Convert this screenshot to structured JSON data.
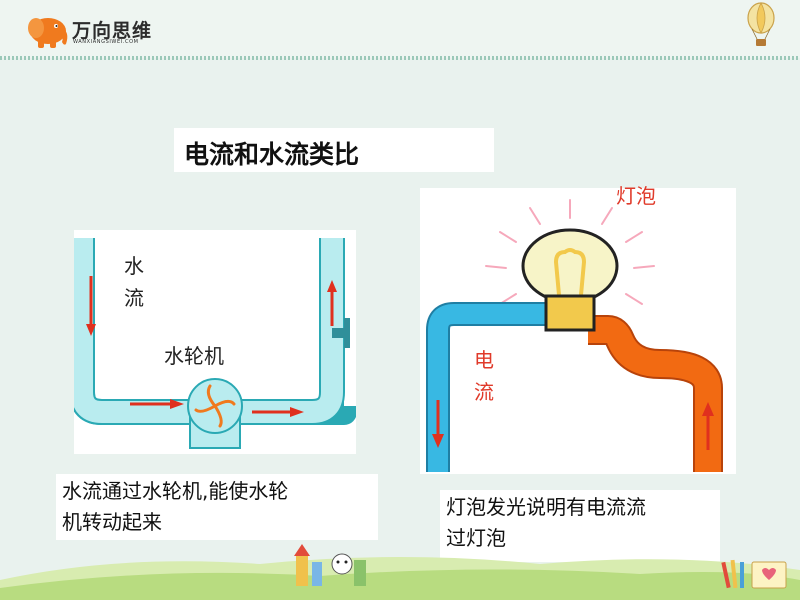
{
  "brand": {
    "name": "万向思维",
    "domain": "WANXIANGSIWEI.COM",
    "colors": {
      "elephant": "#f07a1e",
      "rule": "#9bc8b8"
    }
  },
  "title": "电流和水流类比",
  "water_diagram": {
    "label_line1": "水",
    "label_line2": "流",
    "wheel_label": "水轮机",
    "caption_line1": "水流通过水轮机,能使水轮",
    "caption_line2": "机转动起来",
    "colors": {
      "pipe": "#b9ecef",
      "pipe_border": "#2aa9b4",
      "arrow": "#e0301e",
      "valve": "#2f8f9a"
    }
  },
  "bulb_diagram": {
    "bulb_label": "灯泡",
    "current_line1": "电",
    "current_line2": "流",
    "caption_line1": "灯泡发光说明有电流流",
    "caption_line2": "过灯泡",
    "colors": {
      "wire_in": "#38b8e3",
      "wire_out": "#f26a12",
      "arrow": "#e0301e",
      "glow_rays": "#f6a8bb",
      "bulb_fill": "#f7f4c8",
      "base": "#f2c94c"
    }
  },
  "icons": [
    "elephant-logo-icon",
    "hot-air-balloon-icon",
    "cartoon-animals-icon",
    "pencils-icon"
  ]
}
